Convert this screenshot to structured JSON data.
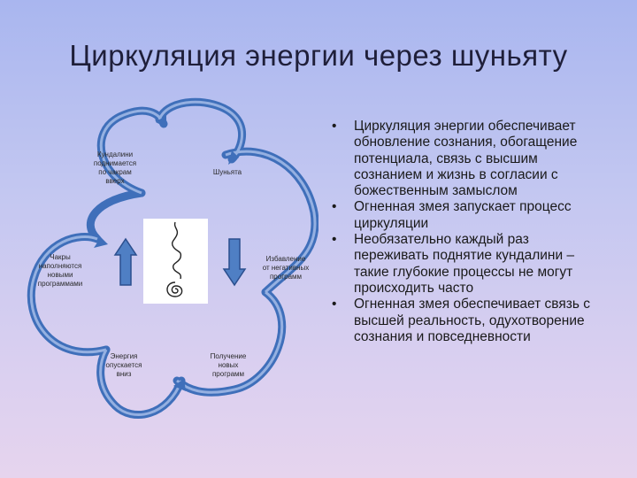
{
  "title": "Циркуляция энергии через шуньяту",
  "diagram": {
    "nodes": [
      {
        "id": "n1",
        "label": "Кундалини\nподнимается\nпо чакрам\nвверх"
      },
      {
        "id": "n2",
        "label": "Шуньята"
      },
      {
        "id": "n3",
        "label": "Избавление\nот негативных\nпрограмм"
      },
      {
        "id": "n4",
        "label": "Получение\nновых\nпрограмм"
      },
      {
        "id": "n5",
        "label": "Энергия\nопускается\nвниз"
      },
      {
        "id": "n6",
        "label": "Чакры\nнаполняются\nновыми\nпрограммами"
      }
    ],
    "arrows": [
      {
        "name": "arrow-up",
        "color": "#4f7fc4",
        "direction": "up"
      },
      {
        "name": "arrow-down",
        "color": "#4f7fc4",
        "direction": "down"
      }
    ],
    "cycle_color": "#4a78c2",
    "center_image": "spiral-snake-icon"
  },
  "bullets": [
    "Циркуляция энергии обеспечивает обновление сознания, обогащение потенциала, связь с высшим сознанием и жизнь в согласии с божественным замыслом",
    "Огненная змея запускает процесс циркуляции",
    "Необязательно каждый раз переживать поднятие кундалини – такие глубокие процессы не могут происходить часто",
    "Огненная змея обеспечивает связь с высшей реальность, одухотворение сознания и повседневности"
  ]
}
